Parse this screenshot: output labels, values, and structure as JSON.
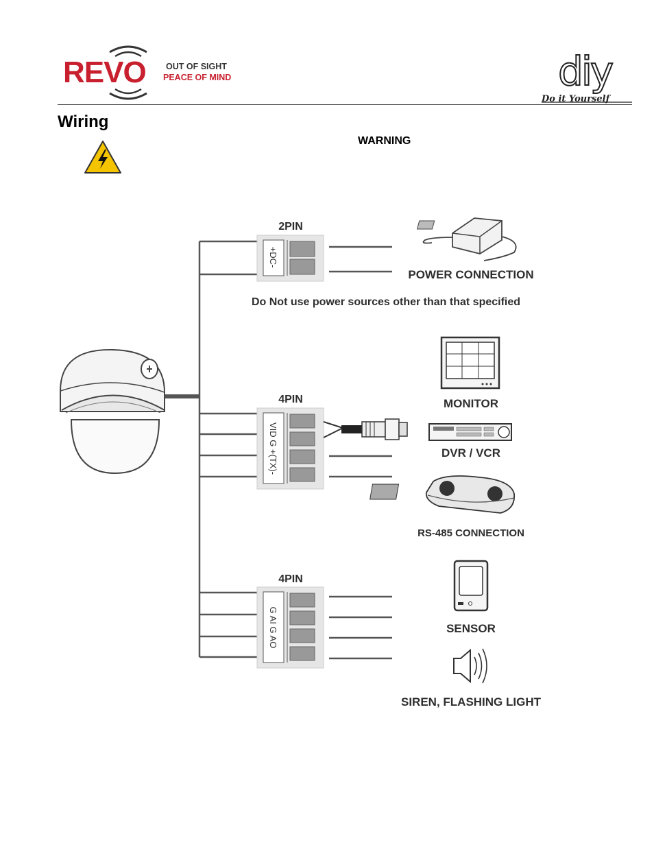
{
  "header": {
    "brand": "REVO",
    "tagline_top": "OUT OF SIGHT",
    "tagline_bottom": "PEACE OF MIND",
    "diy_logo": "diy",
    "diy_subtitle": "Do it Yourself",
    "brand_color": "#c8202f"
  },
  "page": {
    "title": "Wiring",
    "warning": "WARNING",
    "warning_icon": "high-voltage-warning-icon"
  },
  "diagram": {
    "power_block": {
      "pin_label": "2PIN",
      "terminal_text": "+DC-",
      "device_label": "POWER CONNECTION",
      "note": "Do Not use power sources other than that specified",
      "device_icon": "power-adapter-icon"
    },
    "video_block": {
      "pin_label": "4PIN",
      "terminal_text": "VID G +(TX)-",
      "monitor_label": "MONITOR",
      "dvr_label": "DVR / VCR",
      "rs485_label": "RS-485 CONNECTION",
      "icons": [
        "monitor-icon",
        "dvr-icon",
        "bnc-connector-icon",
        "ptz-controller-icon"
      ]
    },
    "alarm_block": {
      "pin_label": "4PIN",
      "terminal_text": "G AI G AO",
      "sensor_label": "SENSOR",
      "siren_label": "SIREN, FLASHING LIGHT",
      "icons": [
        "sensor-icon",
        "speaker-icon"
      ]
    },
    "camera_icon": "dome-camera-icon",
    "line_color": "#555555"
  }
}
